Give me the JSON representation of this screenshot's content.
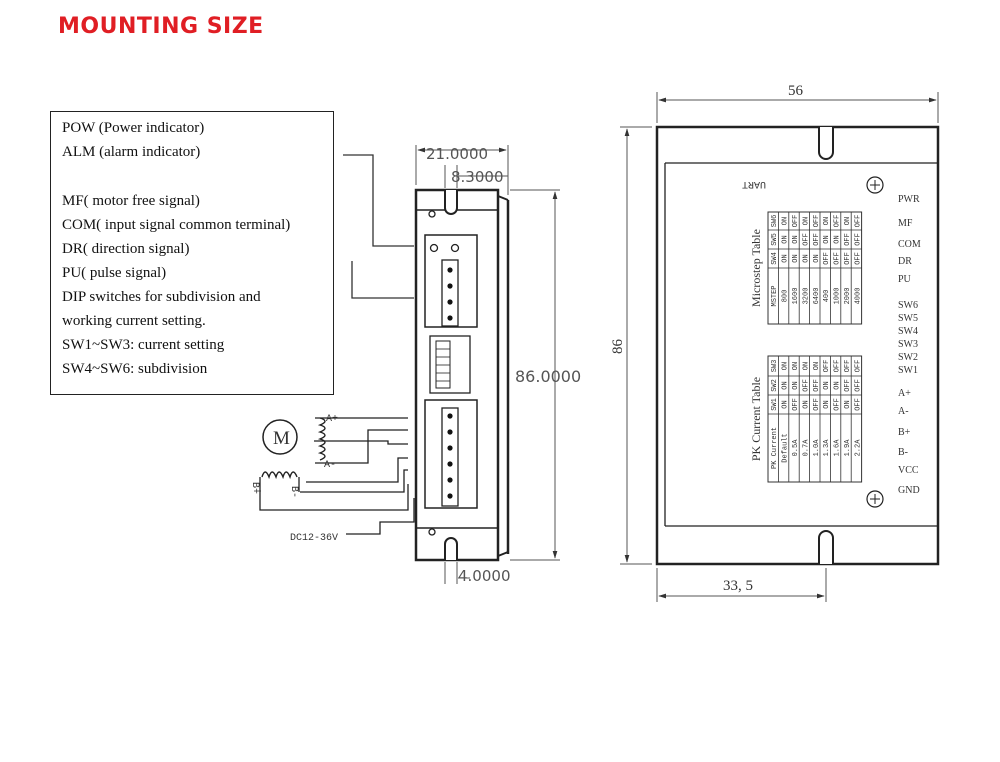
{
  "title": "MOUNTING SIZE",
  "legend": [
    "POW (Power indicator)",
    "ALM (alarm indicator)",
    "",
    "MF( motor free signal)",
    "COM( input signal common terminal)",
    "DR( direction signal)",
    "PU( pulse signal)",
    "DIP switches for subdivision and",
    "working current setting.",
    "SW1~SW3: current setting",
    "SW4~SW6: subdivision"
  ],
  "side_view": {
    "dim_width": "21.0000",
    "dim_offset": "8.3000",
    "dim_height": "86.0000",
    "dim_bottom": "4.0000",
    "motor_label": "M",
    "coil_a_plus": "A+",
    "coil_a_minus": "A-",
    "coil_b_plus": "B+",
    "coil_b_minus": "B-",
    "supply_label": "DC12-36V"
  },
  "front_view": {
    "dim_width": "56",
    "dim_height": "86",
    "dim_slot": "33, 5",
    "uart_label": "UART",
    "terminals": [
      "PWR",
      "MF",
      "COM",
      "DR",
      "PU",
      "SW6",
      "SW5",
      "SW4",
      "SW3",
      "SW2",
      "SW1",
      "A+",
      "A-",
      "B+",
      "B-",
      "VCC",
      "GND"
    ],
    "microstep_table": {
      "title": "Microstep Table",
      "header": [
        "SW6",
        "SW5",
        "SW4",
        "MSTEP"
      ],
      "rows": [
        [
          "ON",
          "ON",
          "ON",
          "800"
        ],
        [
          "OFF",
          "ON",
          "ON",
          "1600"
        ],
        [
          "ON",
          "OFF",
          "ON",
          "3200"
        ],
        [
          "OFF",
          "OFF",
          "ON",
          "6400"
        ],
        [
          "ON",
          "ON",
          "OFF",
          "400"
        ],
        [
          "OFF",
          "ON",
          "OFF",
          "1000"
        ],
        [
          "ON",
          "OFF",
          "OFF",
          "2000"
        ],
        [
          "OFF",
          "OFF",
          "OFF",
          "4000"
        ]
      ]
    },
    "current_table": {
      "title": "PK Current Table",
      "header": [
        "SW3",
        "SW2",
        "SW1",
        "PK Current"
      ],
      "rows": [
        [
          "ON",
          "ON",
          "ON",
          "Default"
        ],
        [
          "ON",
          "ON",
          "OFF",
          "0.5A"
        ],
        [
          "ON",
          "OFF",
          "ON",
          "0.7A"
        ],
        [
          "ON",
          "OFF",
          "OFF",
          "1.0A"
        ],
        [
          "OFF",
          "ON",
          "ON",
          "1.3A"
        ],
        [
          "OFF",
          "ON",
          "OFF",
          "1.6A"
        ],
        [
          "OFF",
          "OFF",
          "ON",
          "1.9A"
        ],
        [
          "OFF",
          "OFF",
          "OFF",
          "2.2A"
        ]
      ]
    }
  }
}
